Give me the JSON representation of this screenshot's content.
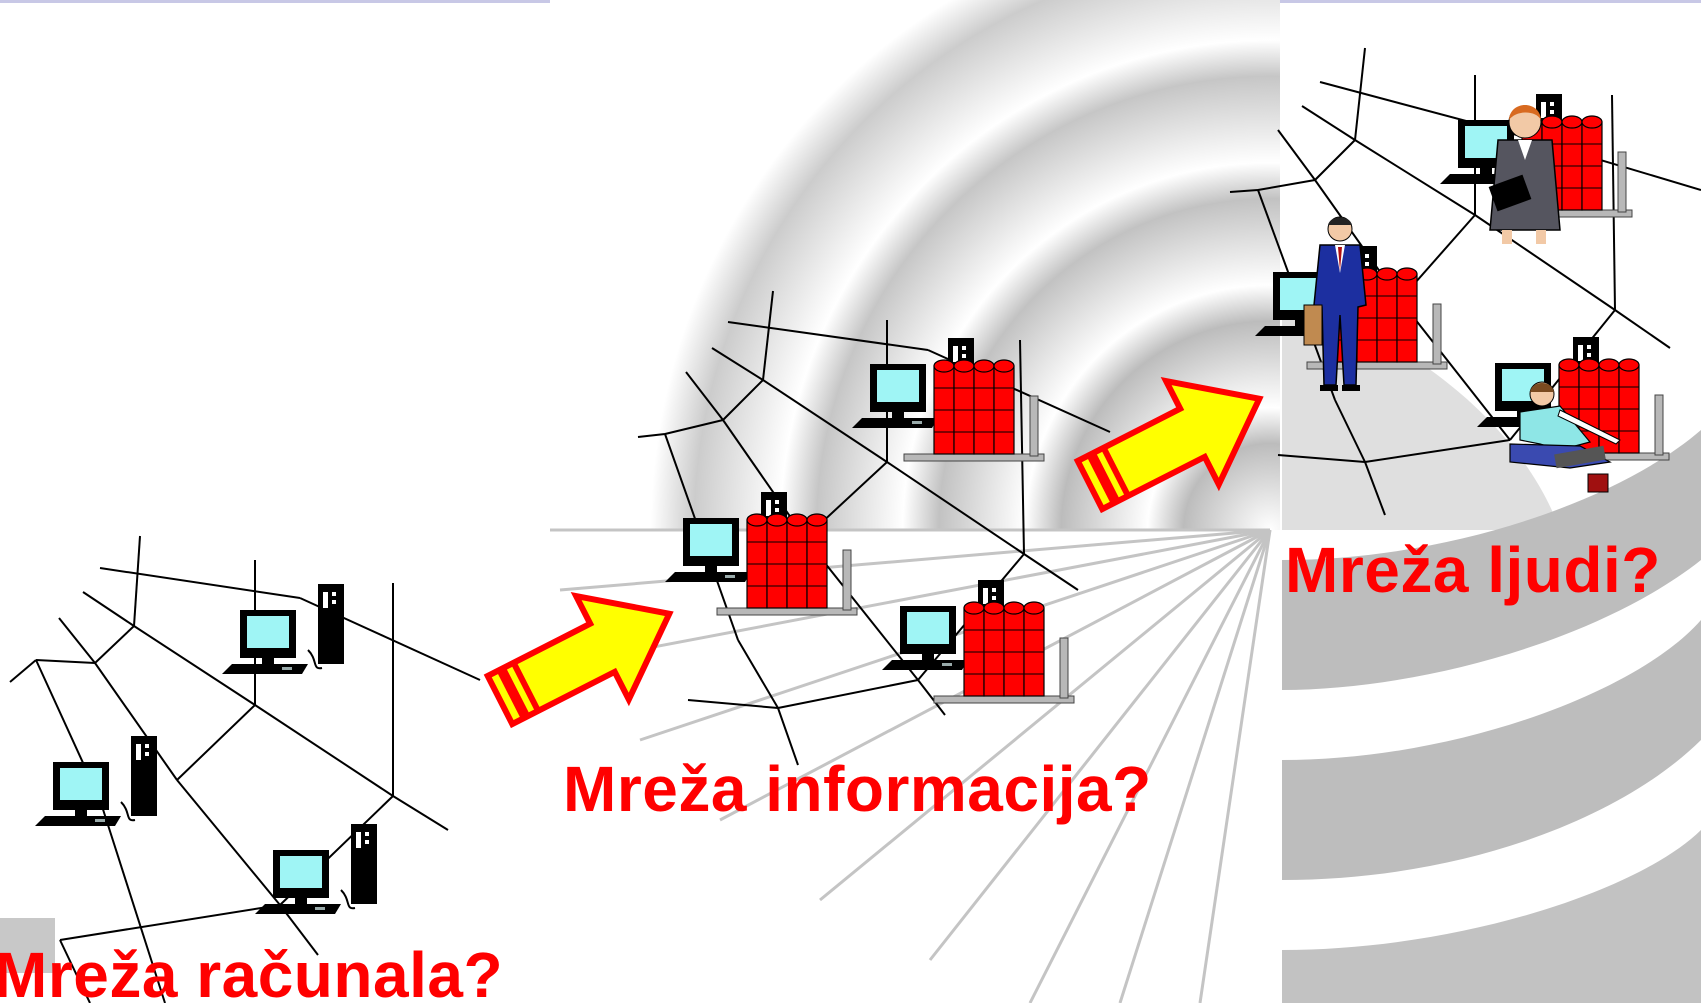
{
  "captions": {
    "computers": "Mreža računala?",
    "information": "Mreža informacija?",
    "people": "Mreža ljudi?"
  },
  "stages": [
    {
      "name": "computers",
      "nodes": [
        "workstation",
        "workstation",
        "workstation"
      ]
    },
    {
      "name": "information",
      "nodes": [
        "workstation+database",
        "workstation+database",
        "workstation+database"
      ]
    },
    {
      "name": "people",
      "nodes": [
        "workstation+database+businesswoman",
        "workstation+database+businessman",
        "workstation+database+worker"
      ]
    }
  ],
  "arrows": [
    {
      "from": "computers",
      "to": "information",
      "icon": "arrow-right-icon"
    },
    {
      "from": "information",
      "to": "people",
      "icon": "arrow-right-icon"
    }
  ],
  "colors": {
    "caption": "#ff0000",
    "arrow_fill": "#ffff00",
    "arrow_stroke": "#ff0000",
    "database": "#ff0000",
    "screen": "#9ff5f5",
    "network_line": "#000000",
    "background_watermark": "#c8c8c8"
  }
}
